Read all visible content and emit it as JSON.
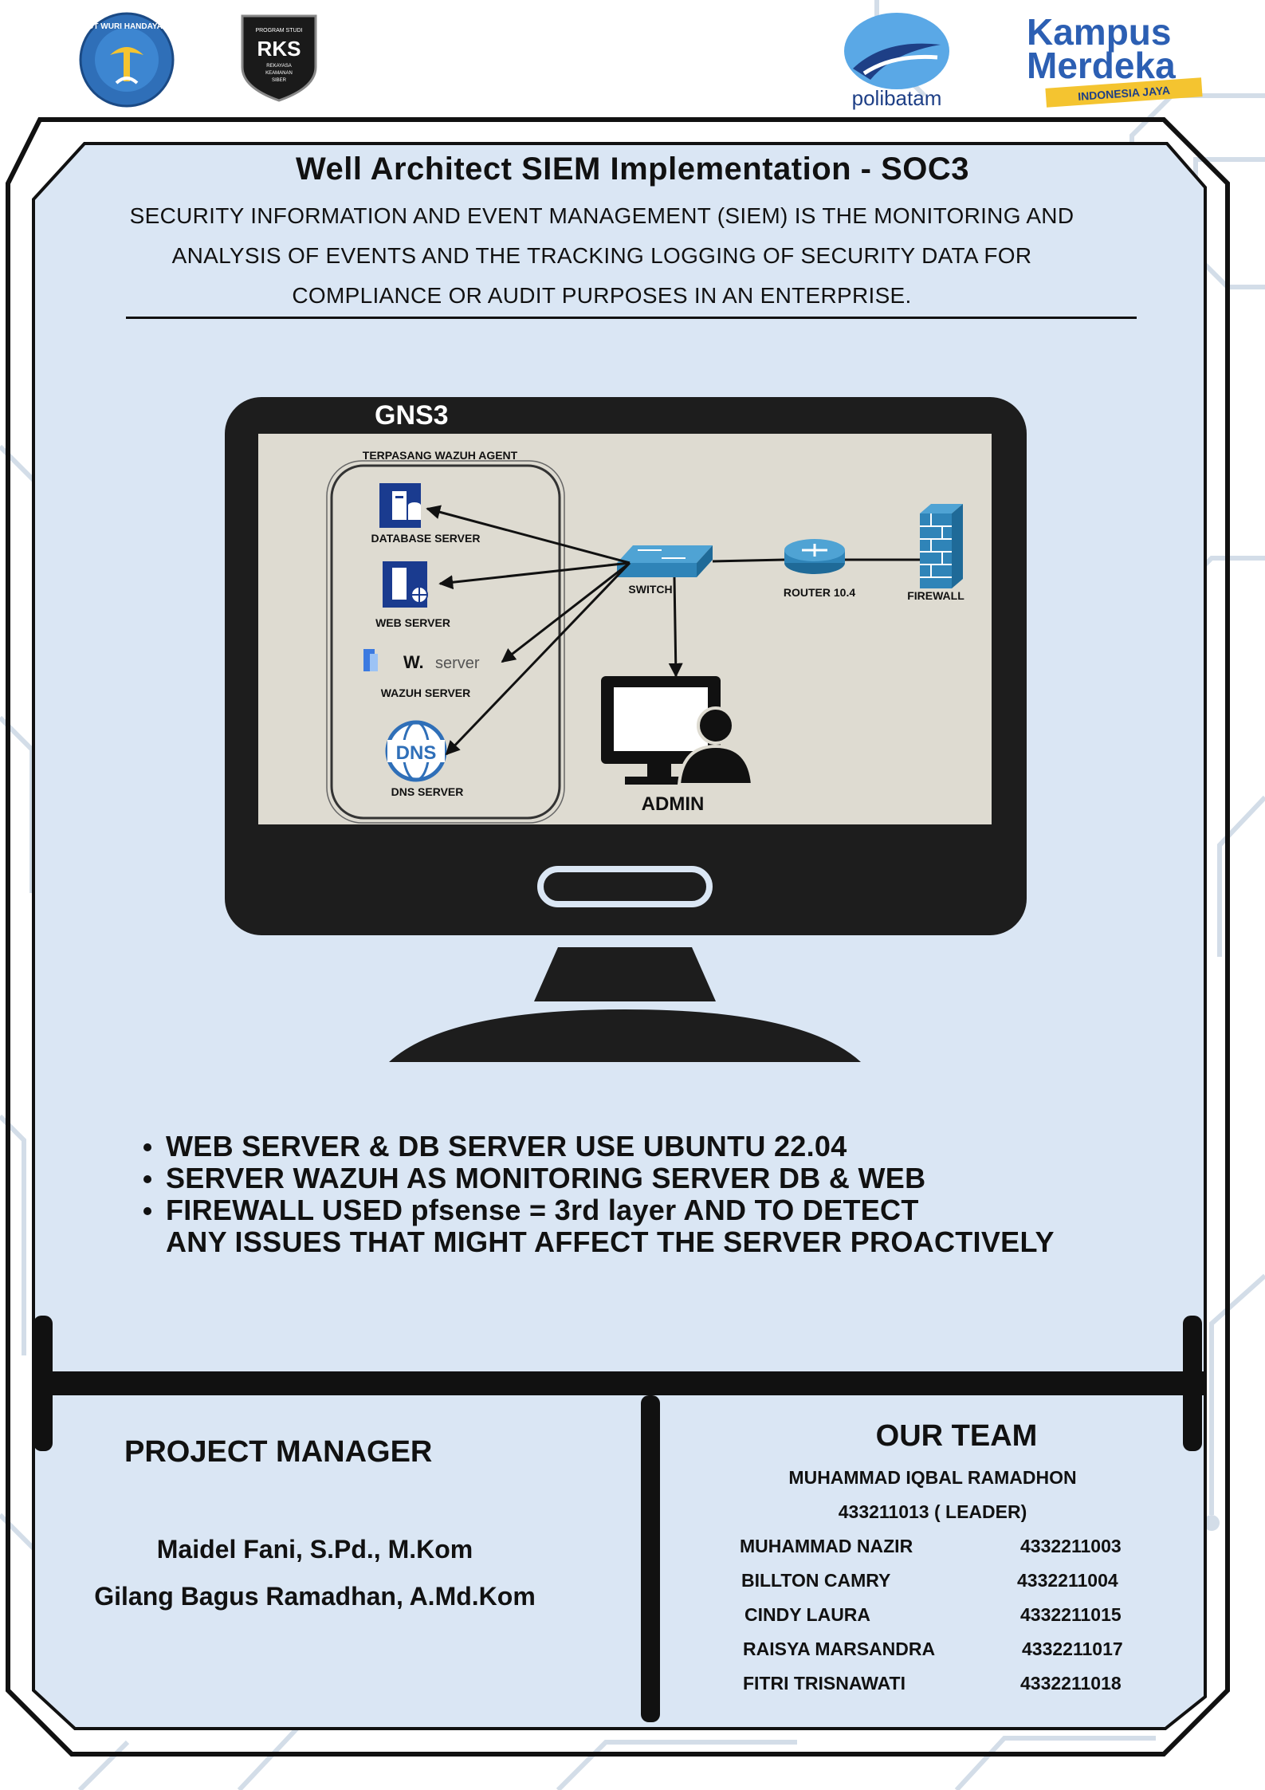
{
  "logos": {
    "tutwuri_text": "TUT WURI HANDAYANI",
    "rks_top": "PROGRAM STUDI",
    "rks_main": "RKS",
    "rks_sub": [
      "REKAYASA",
      "KEAMANAN",
      "SIBER"
    ],
    "polibatam": "polibatam",
    "kampus": "Kampus",
    "merdeka": "Merdeka",
    "indonesia_jaya": "INDONESIA JAYA"
  },
  "header": {
    "title": "Well Architect SIEM Implementation - SOC3",
    "description_lines": [
      "SECURITY INFORMATION AND EVENT MANAGEMENT (SIEM) IS THE MONITORING AND",
      "ANALYSIS OF EVENTS AND THE TRACKING LOGGING OF SECURITY DATA FOR",
      "COMPLIANCE OR AUDIT PURPOSES IN AN ENTERPRISE."
    ]
  },
  "diagram": {
    "monitor_label": "GNS3",
    "group_label": "TERPASANG WAZUH AGENT",
    "nodes": {
      "database": "DATABASE SERVER",
      "web": "WEB SERVER",
      "wazuh_logo": "W.",
      "wazuh_logo_word": "server",
      "wazuh": "WAZUH SERVER",
      "dns_icon": "DNS",
      "dns": "DNS SERVER",
      "switch": "SWITCH",
      "router": "ROUTER 10.4",
      "firewall": "FIREWALL",
      "admin": "ADMIN"
    }
  },
  "bullets": [
    "WEB SERVER & DB SERVER USE UBUNTU 22.04",
    "SERVER WAZUH AS MONITORING SERVER DB & WEB",
    "FIREWALL USED pfsense = 3rd layer AND TO DETECT",
    "ANY ISSUES THAT MIGHT AFFECT THE SERVER PROACTIVELY"
  ],
  "project_manager": {
    "title": "PROJECT MANAGER",
    "names": [
      "Maidel Fani, S.Pd., M.Kom",
      "Gilang Bagus Ramadhan, A.Md.Kom"
    ]
  },
  "team": {
    "title": "OUR TEAM",
    "leader_name": "MUHAMMAD IQBAL RAMADHON",
    "leader_id": "433211013 ( LEADER)",
    "members": [
      {
        "name": "MUHAMMAD NAZIR",
        "id": "4332211003"
      },
      {
        "name": "BILLTON CAMRY",
        "id": "4332211004"
      },
      {
        "name": "CINDY LAURA",
        "id": "4332211015"
      },
      {
        "name": "RAISYA MARSANDRA",
        "id": "4332211017"
      },
      {
        "name": "FITRI TRISNAWATI",
        "id": "4332211018"
      }
    ]
  },
  "colors": {
    "panel_fill": "#d9e6f5",
    "monitor": "#1d1d1d",
    "screen": "#dedbd1",
    "icon_blue": "#1a3b8f",
    "switch_blue": "#2f84b8",
    "circuit": "#cfdbe8"
  }
}
